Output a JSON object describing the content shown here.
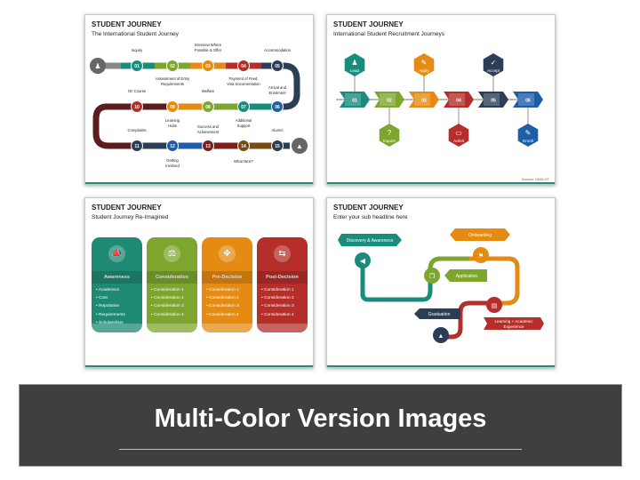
{
  "slide1": {
    "title": "STUDENT JOURNEY",
    "subtitle": "The International Student Journey",
    "nums": [
      "01",
      "02",
      "03",
      "04",
      "05",
      "06",
      "07",
      "08",
      "09",
      "10",
      "11",
      "12",
      "13",
      "14",
      "15"
    ],
    "labels": {
      "s01": "Inquiry",
      "s02a": "Assessment of Entry",
      "s02b": "Requirements",
      "s03a": "Interview Where",
      "s03b": "Possible & Offer",
      "s04a": "Payment of Feed,",
      "s04b": "Visa Documentation",
      "s05": "Accommodation",
      "s06a": "Arrival and",
      "s06b": "Enrolment",
      "s07a": "Additional",
      "s07b": "Support",
      "s08": "Welfare",
      "s09a": "Learning",
      "s09b": "Hubs",
      "s10": "On Course",
      "s11": "Complaints",
      "s12a": "Getting",
      "s12b": "Involved",
      "s13a": "Success and",
      "s13b": "Achievement",
      "s14": "What Next?",
      "s15": "Alumni"
    }
  },
  "slide2": {
    "title": "STUDENT JOURNEY",
    "subtitle": "International Student Recruitment Journeys",
    "nums": [
      "01",
      "02",
      "03",
      "04",
      "05",
      "06"
    ],
    "top": [
      "Lead",
      "Apply",
      "Accept"
    ],
    "bottom": [
      "Inquire",
      "Admit",
      "Enroll"
    ],
    "source": "Sources: UMGLIST"
  },
  "slide3": {
    "title": "STUDENT JOURNEY",
    "subtitle": "Student Journey Re-Imagined",
    "cards": [
      {
        "head": "Awareness",
        "items": [
          "Academics",
          "Cost",
          "Reputation",
          "Requirements",
          "Scholarships"
        ],
        "color": "#1f8a74"
      },
      {
        "head": "Consideration",
        "items": [
          "Consideration 1",
          "Consideration 2",
          "Consideration 3",
          "Consideration 4"
        ],
        "color": "#7ea62f"
      },
      {
        "head": "Pre-Decision",
        "items": [
          "Consideration 1",
          "Consideration 2",
          "Consideration 3",
          "Consideration 4"
        ],
        "color": "#e58b12"
      },
      {
        "head": "Post-Decision",
        "items": [
          "Consideration 1",
          "Consideration 2",
          "Consideration 3",
          "Consideration 4"
        ],
        "color": "#b52e2a"
      }
    ]
  },
  "slide4": {
    "title": "STUDENT JOURNEY",
    "subtitle": "Enter your sub headline here",
    "labels": {
      "discovery": "Discovery & Awareness",
      "onboarding": "Onboarding",
      "application": "Application",
      "graduation": "Graduation",
      "learning_a": "Learning + Academic",
      "learning_b": "Experience"
    }
  },
  "banner": {
    "title": "Multi-Color Version Images"
  }
}
